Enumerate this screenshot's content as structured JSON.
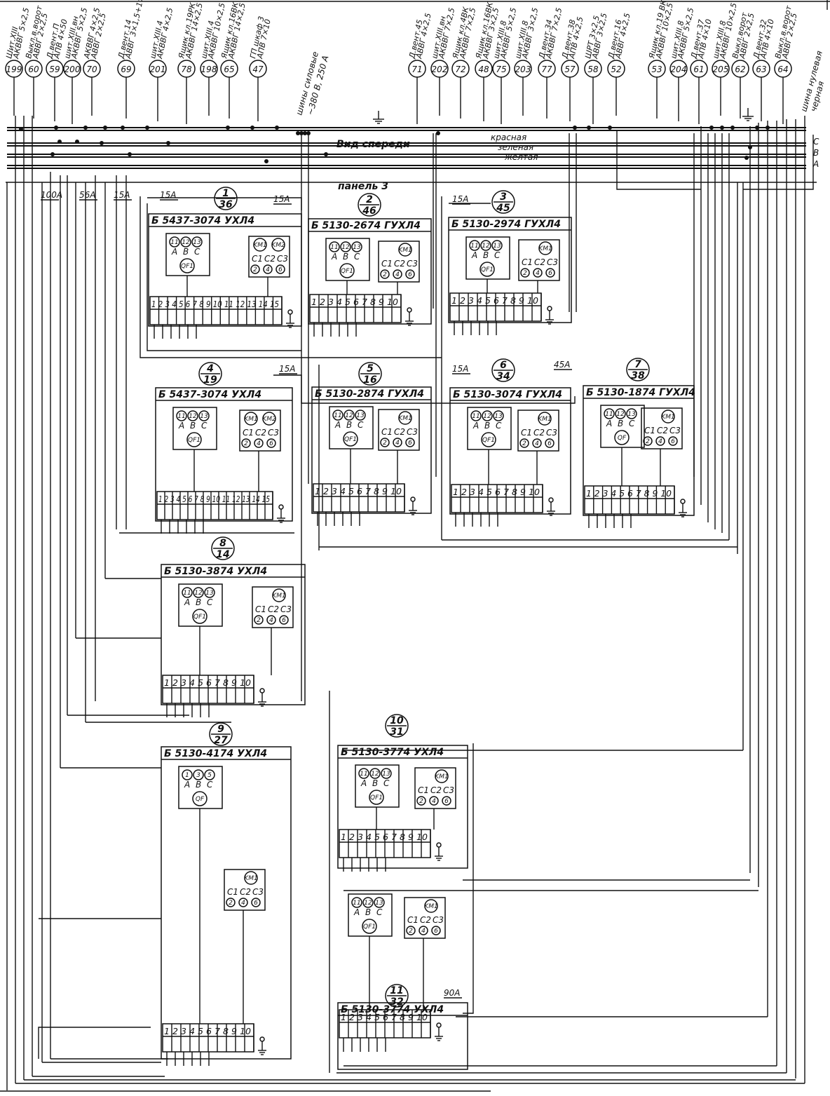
{
  "top_cables": [
    {
      "num": "199",
      "text": "Шит.XIII\nAКВВГ 5×2,5"
    },
    {
      "num": "60",
      "text": "Выкл.в.ворот\nАВВГ 2×2,5"
    },
    {
      "num": "59",
      "text": "Д.вент.П\nАПВ 4×50"
    },
    {
      "num": "200",
      "text": "шит.XIII.вн\nАКВВГ 5×2,5"
    },
    {
      "num": "70",
      "text": "АКВВГ 4×2,5\nАВВГ 2×2,5"
    },
    {
      "num": "69",
      "text": "Д.вент.14\nАВВГ 3×1,5+1×1,5"
    },
    {
      "num": "201",
      "text": "шит.XIII.4\nАКВВГ 4×2,5"
    },
    {
      "num": "78",
      "text": "Ящик кл.19РК\nАКВВГ 14×2,5"
    },
    {
      "num": "198",
      "text": "шит.XIII.4\nАКВВГ 10×2,5"
    },
    {
      "num": "65",
      "text": "Ящик кл.16ВК\nАКВВГ 14×2,5"
    },
    {
      "num": "47",
      "text": "ГП шкаф 3\nАПВ 7×10"
    },
    {
      "num": "71",
      "text": "Д.вент.45\nАВВГ 4×2,5"
    },
    {
      "num": "202",
      "text": "шит.XIII.вн\nАКВВГ 7×2,5"
    },
    {
      "num": "72",
      "text": "Ящик кл.4ВК\nАКВВГ 7×2,5"
    },
    {
      "num": "48",
      "text": "Ящик кл.16ВК\nАКВВГ 3×2,5"
    },
    {
      "num": "75",
      "text": "шит.XIII.8\nАКВВГ 5×2,5"
    },
    {
      "num": "203",
      "text": "шит.XIII.8\nАКВВГ 3×2,5"
    },
    {
      "num": "77",
      "text": "Д.вент.34\nАКВВГ 7×2,5"
    },
    {
      "num": "57",
      "text": "Д.вент.38\nАПВ 4×2,5"
    },
    {
      "num": "58",
      "text": "ШРТ 3×2,5\nАВВГ 3×2,5"
    },
    {
      "num": "52",
      "text": "Д.вент.16\nАВВГ 4×2,5"
    },
    {
      "num": "53",
      "text": "Ящик кл.19 ВК\nАКВВГ 10×2,5"
    },
    {
      "num": "204",
      "text": "шит.XIII.8\nАКВВГ 5×2,5"
    },
    {
      "num": "61",
      "text": "Д.вент.37\nАПВ 4×10"
    },
    {
      "num": "205",
      "text": "шит.XIII.8\nАКВВГ 10×2,5"
    },
    {
      "num": "62",
      "text": "Выкл.ворот\nАВВГ 2×2,5"
    },
    {
      "num": "63",
      "text": "Д.вент.32\nАПВ 4×10"
    },
    {
      "num": "64",
      "text": "Выкл.в.ворот\nАВВГ 2×2,5"
    }
  ],
  "bus_label": "шины силовые\n~380 В, 250 А",
  "view_label": "Вид спереди",
  "phase_colors": [
    "красная",
    "зеленая",
    "желтая"
  ],
  "phase_letters": [
    "C",
    "B",
    "A"
  ],
  "neutral_label": "шина нулевая\nчерная",
  "panel_label": "панель 3",
  "fuses": [
    "100А",
    "56А",
    "15А",
    "15А",
    "15А",
    "15А",
    "15А",
    "15А",
    "45А",
    "90А"
  ],
  "blocks": [
    {
      "id": "1",
      "tag_top": "1",
      "tag_bottom": "36",
      "title": "Б 5437-3074 УХЛ4",
      "terms": "1 2 3 4 5 6 7 8 9 10 11 12 13 14 15",
      "phases": [
        "11",
        "12",
        "13"
      ],
      "caps": [
        "2",
        "4",
        "6"
      ],
      "breaker": "QF1",
      "contactors": [
        "KM1",
        "KM2"
      ]
    },
    {
      "id": "2",
      "tag_top": "2",
      "tag_bottom": "46",
      "title": "Б 5130-2674 ГУХЛ4",
      "terms": "1 2 3 4 5 6 7 8 9 10",
      "phases": [
        "11",
        "12",
        "13"
      ],
      "caps": [
        "2",
        "4",
        "6"
      ],
      "breaker": "QF1",
      "contactors": [
        "KM1"
      ]
    },
    {
      "id": "3",
      "tag_top": "3",
      "tag_bottom": "45",
      "title": "Б 5130-2974 ГУХЛ4",
      "terms": "1 2 3 4 5 6 7 8 9 10",
      "phases": [
        "11",
        "12",
        "13"
      ],
      "caps": [
        "2",
        "4",
        "6"
      ],
      "breaker": "QF1",
      "contactors": [
        "KM1"
      ]
    },
    {
      "id": "4",
      "tag_top": "4",
      "tag_bottom": "19",
      "title": "Б 5437-3074 УХЛ4",
      "terms": "1 2 3 4 5 6 7 8 9 10 11 12 13 14 15",
      "phases": [
        "11",
        "12",
        "13"
      ],
      "caps": [
        "2",
        "4",
        "6"
      ],
      "breaker": "QF1",
      "contactors": [
        "KM1",
        "KM2"
      ]
    },
    {
      "id": "5",
      "tag_top": "5",
      "tag_bottom": "16",
      "title": "Б 5130-2874 ГУХЛ4",
      "terms": "1 2 3 4 5 6 7 8 9 10",
      "phases": [
        "11",
        "12",
        "13"
      ],
      "caps": [
        "2",
        "4",
        "6"
      ],
      "breaker": "QF1",
      "contactors": [
        "KM1"
      ]
    },
    {
      "id": "6",
      "tag_top": "6",
      "tag_bottom": "34",
      "title": "Б 5130-3074 ГУХЛ4",
      "terms": "1 2 3 4 5 6 7 8 9 10",
      "phases": [
        "11",
        "12",
        "13"
      ],
      "caps": [
        "2",
        "4",
        "6"
      ],
      "breaker": "QF1",
      "contactors": [
        "KM1"
      ]
    },
    {
      "id": "7",
      "tag_top": "7",
      "tag_bottom": "38",
      "title": "Б 5130-1874 ГУХЛ4",
      "terms": "1 2 3 4 5 6 7 8 9 10",
      "phases": [
        "11",
        "12",
        "13"
      ],
      "caps": [
        "2",
        "4",
        "6"
      ],
      "breaker": "QF",
      "contactors": [
        "KM1"
      ]
    },
    {
      "id": "8",
      "tag_top": "8",
      "tag_bottom": "14",
      "title": "Б 5130-3874 УХЛ4",
      "terms": "1 2 3 4 5 6 7 8 9 10",
      "phases": [
        "11",
        "12",
        "13"
      ],
      "caps": [
        "2",
        "4",
        "6"
      ],
      "breaker": "QF1",
      "contactors": [
        "KM1"
      ]
    },
    {
      "id": "9",
      "tag_top": "9",
      "tag_bottom": "27",
      "title": "Б 5130-4174 УХЛ4",
      "terms": "1 2 3 4 5 6 7 8 9 10",
      "phases": [
        "1",
        "3",
        "5"
      ],
      "caps": [
        "2",
        "4",
        "6"
      ],
      "breaker": "QF",
      "contactors": [
        "KM1"
      ]
    },
    {
      "id": "10",
      "tag_top": "10",
      "tag_bottom": "31",
      "title": "Б 5130-3774 УХЛ4",
      "terms": "1 2 3 4 5 6 7 8 9 10",
      "phases": [
        "11",
        "12",
        "13"
      ],
      "caps": [
        "2",
        "4",
        "6"
      ],
      "breaker": "QF1",
      "contactors": [
        "KM1"
      ]
    },
    {
      "id": "11",
      "tag_top": "11",
      "tag_bottom": "32",
      "title": "Б 5130-3774 УХЛ4",
      "terms": "1 2 3 4 5 6 7 8 9 10",
      "phases": [
        "11",
        "12",
        "13"
      ],
      "caps": [
        "2",
        "4",
        "6"
      ],
      "breaker": "QF1",
      "contactors": [
        "KM1"
      ]
    }
  ],
  "phase_letters_small": [
    "A",
    "B",
    "C"
  ],
  "cap_letters": [
    "C1",
    "C2",
    "C3"
  ]
}
